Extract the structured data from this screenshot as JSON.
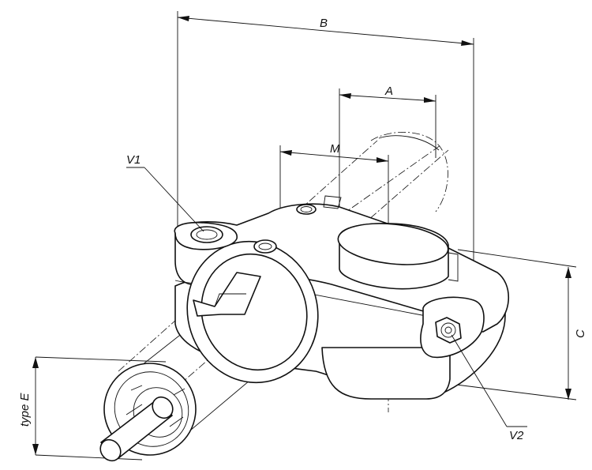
{
  "labels": {
    "B": "B",
    "A": "A",
    "M": "M",
    "V1": "V1",
    "V2": "V2",
    "C": "C",
    "typeE": "type E"
  }
}
